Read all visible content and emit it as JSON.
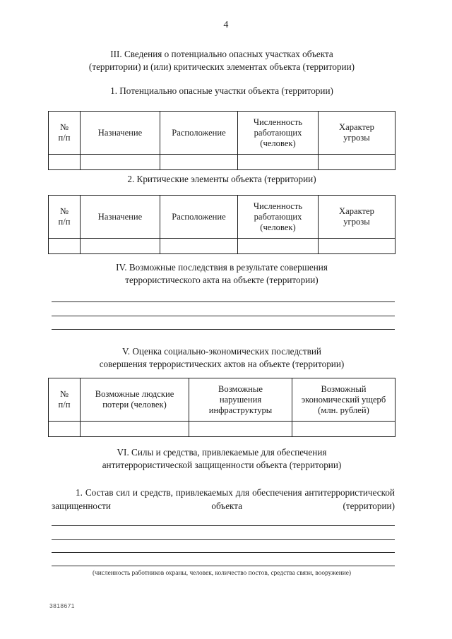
{
  "page": {
    "number": "4",
    "stamp_id": "3818671"
  },
  "section_3": {
    "heading_line_1": "III. Сведения о потенциально опасных участках объекта",
    "heading_line_2": "(территории) и (или) критических элементах объекта (территории)",
    "subsection_1_title": "1. Потенциально опасные участки объекта (территории)",
    "subsection_2_title": "2. Критические элементы объекта (территории)",
    "table_headers": {
      "num_line_1": "№",
      "num_line_2": "п/п",
      "purpose": "Назначение",
      "location": "Расположение",
      "staff_line_1": "Численность",
      "staff_line_2": "работающих",
      "staff_line_3": "(человек)",
      "threat_line_1": "Характер",
      "threat_line_2": "угрозы"
    },
    "table_1_rows": [
      {
        "num": "",
        "purpose": "",
        "location": "",
        "staff": "",
        "threat": ""
      }
    ],
    "table_2_rows": [
      {
        "num": "",
        "purpose": "",
        "location": "",
        "staff": "",
        "threat": ""
      }
    ]
  },
  "section_4": {
    "heading_line_1": "IV. Возможные последствия в результате совершения",
    "heading_line_2": "террористического акта на объекте (территории)",
    "blank_line_count": 3
  },
  "section_5": {
    "heading_line_1": "V. Оценка социально-экономических последствий",
    "heading_line_2": "совершения террористических актов на объекте (территории)",
    "table_headers": {
      "num_line_1": "№",
      "num_line_2": "п/п",
      "losses_line_1": "Возможные людские",
      "losses_line_2": "потери (человек)",
      "infra_line_1": "Возможные",
      "infra_line_2": "нарушения",
      "infra_line_3": "инфраструктуры",
      "damage_line_1": "Возможный",
      "damage_line_2": "экономический ущерб",
      "damage_line_3": "(млн. рублей)"
    },
    "table_rows": [
      {
        "num": "",
        "losses": "",
        "infra": "",
        "damage": ""
      }
    ]
  },
  "section_6": {
    "heading_line_1": "VI. Силы и средства, привлекаемые для обеспечения",
    "heading_line_2": "антитеррористической защищенности объекта (территории)",
    "item_1_text": "1. Состав сил и средств, привлекаемых для обеспечения антитеррористической защищенности объекта (территории)",
    "blank_line_count": 4,
    "caption": "(численность работников охраны, человек, количество постов, средства связи, вооружение)"
  }
}
